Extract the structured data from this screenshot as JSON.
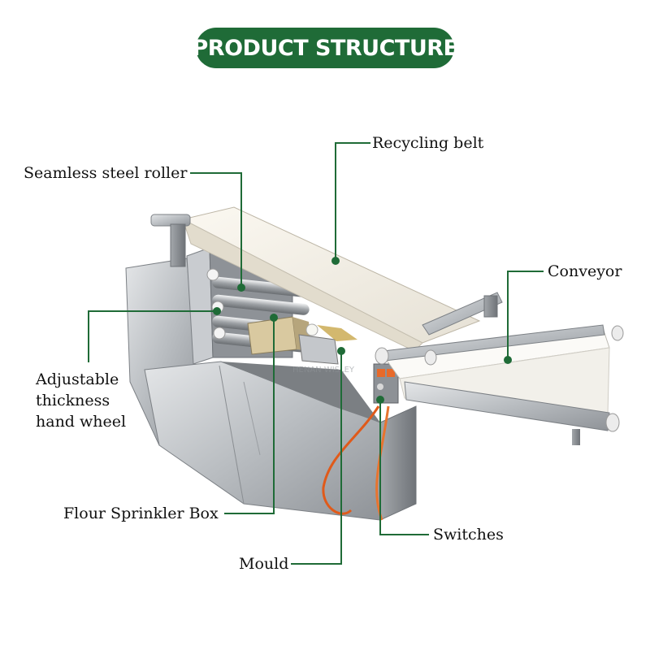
{
  "title": "PRODUCT STRUCTURE",
  "colors": {
    "accent": "#1f6b37",
    "steel": "#b8bcc0",
    "belt": "#f3efe6",
    "cable": "#e05a1a"
  },
  "labels": {
    "recycling_belt": "Recycling belt",
    "steel_roller": "Seamless steel roller",
    "conveyor": "Conveyor",
    "hand_wheel": [
      "Adjustable",
      "thickness",
      "hand wheel"
    ],
    "sprinkler": "Flour Sprinkler Box",
    "switches": "Switches",
    "mould": "Mould"
  },
  "watermark": "HENAN WISLEY"
}
